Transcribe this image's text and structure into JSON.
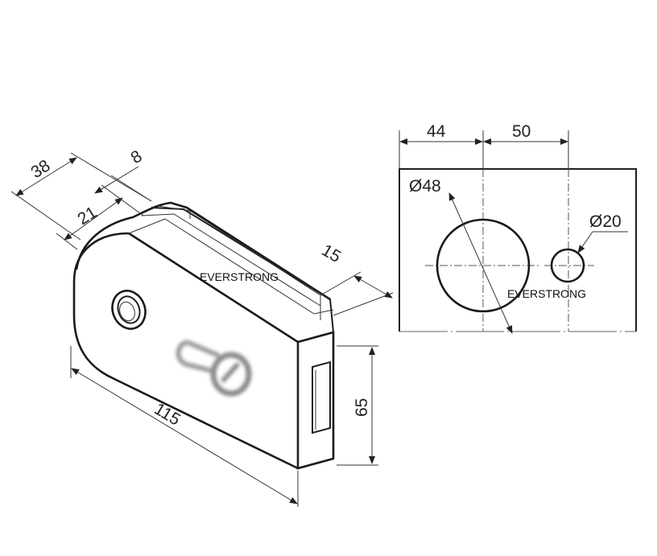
{
  "isometric_view": {
    "dimensions": {
      "d38": "38",
      "d8": "8",
      "d21": "21",
      "d15": "15",
      "d115": "115",
      "d65": "65"
    },
    "watermark": "EVERSTRONG"
  },
  "front_view": {
    "dimensions": {
      "d44": "44",
      "d50": "50",
      "d48": "Ø48",
      "d20": "Ø20"
    },
    "watermark": "EVERSTRONG"
  },
  "colors": {
    "line": "#222222",
    "background": "#ffffff",
    "keyhole_shadow": "#b0b0b0"
  }
}
